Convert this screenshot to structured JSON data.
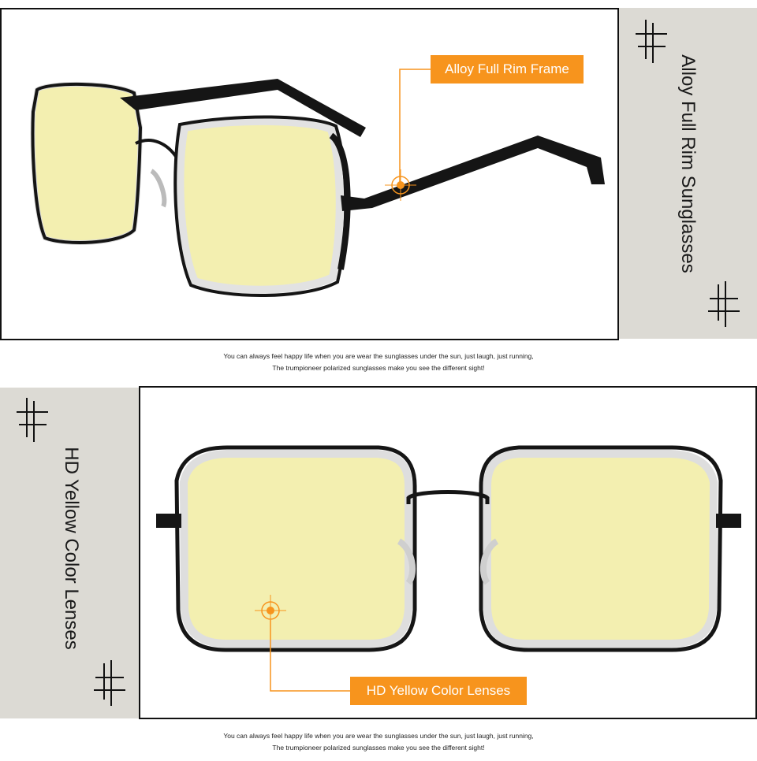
{
  "section1": {
    "side_title": "Alloy Full Rim Sunglasses",
    "callout": "Alloy Full Rim Frame"
  },
  "caption1": {
    "line1": "You can always feel happy life when you are wear the sunglasses under the sun, just laugh, just running,",
    "line2": "The trumpioneer polarized sunglasses make you see the different sight!"
  },
  "section2": {
    "side_title": "HD Yellow Color Lenses",
    "callout": "HD Yellow Color Lenses"
  },
  "caption2": {
    "line1": "You can always feel happy life when you are wear the sunglasses under the sun, just laugh, just running,",
    "line2": "The trumpioneer polarized sunglasses make you see the different sight!"
  },
  "colors": {
    "accent": "#f7941d",
    "panel": "#dcdad4",
    "lens": "#f3efb0",
    "frame": "#151515"
  },
  "icons": [
    "hash-ornament-icon",
    "crosshair-target-icon",
    "sunglasses-side-view-icon",
    "sunglasses-front-view-icon"
  ]
}
